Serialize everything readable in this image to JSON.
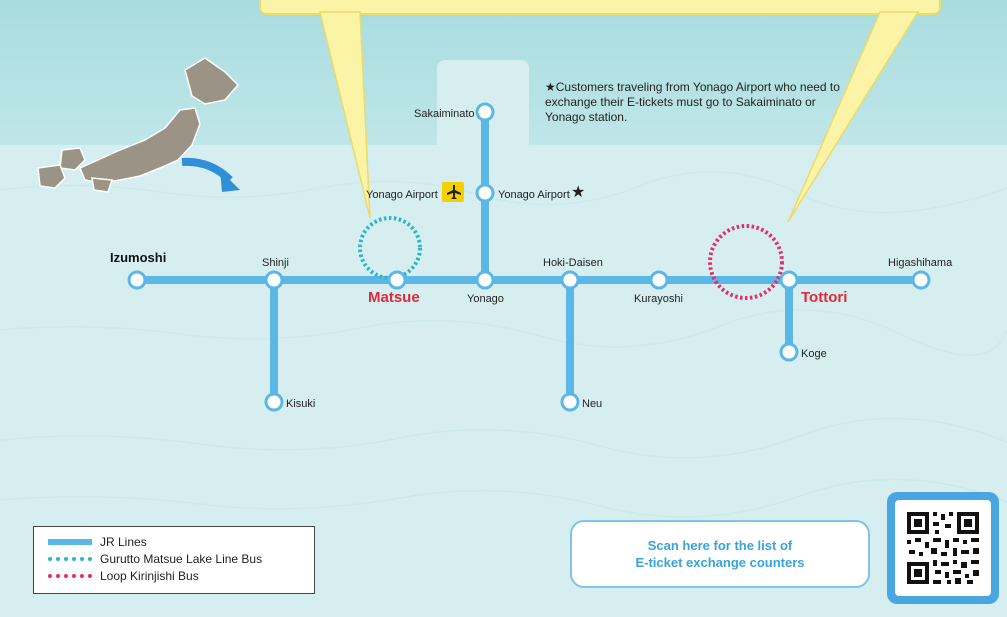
{
  "note": {
    "star": "★",
    "text": "Customers traveling from Yonago Airport who need to exchange their E-tickets must go to Sakaiminato or Yonago station."
  },
  "stations": {
    "izumoshi": "Izumoshi",
    "shinji": "Shinji",
    "kisuki": "Kisuki",
    "matsue": "Matsue",
    "yonago": "Yonago",
    "sakaiminato": "Sakaiminato",
    "yonago_airport_left": "Yonago Airport",
    "yonago_airport_right": "Yonago Airport",
    "hoki_daisen": "Hoki-Daisen",
    "neu": "Neu",
    "kurayoshi": "Kurayoshi",
    "tottori": "Tottori",
    "koge": "Koge",
    "higashihama": "Higashihama"
  },
  "legend": {
    "jr": "JR Lines",
    "gurutto": "Gurutto Matsue Lake Line Bus",
    "loop": "Loop Kirinjishi Bus"
  },
  "scan": {
    "line1": "Scan here for the list of",
    "line2": "E-ticket exchange counters"
  },
  "colors": {
    "jr_line": "#5bb7e6",
    "gurutto_bus": "#2bb5c8",
    "loop_bus": "#e0306a",
    "highlight_station": "#e02a3a",
    "sea": "#b9e3e6",
    "callout": "#fbf3a6"
  },
  "icons": [
    "airplane-icon",
    "star-icon",
    "japan-map-icon",
    "arrow-icon",
    "qr-code-icon"
  ]
}
